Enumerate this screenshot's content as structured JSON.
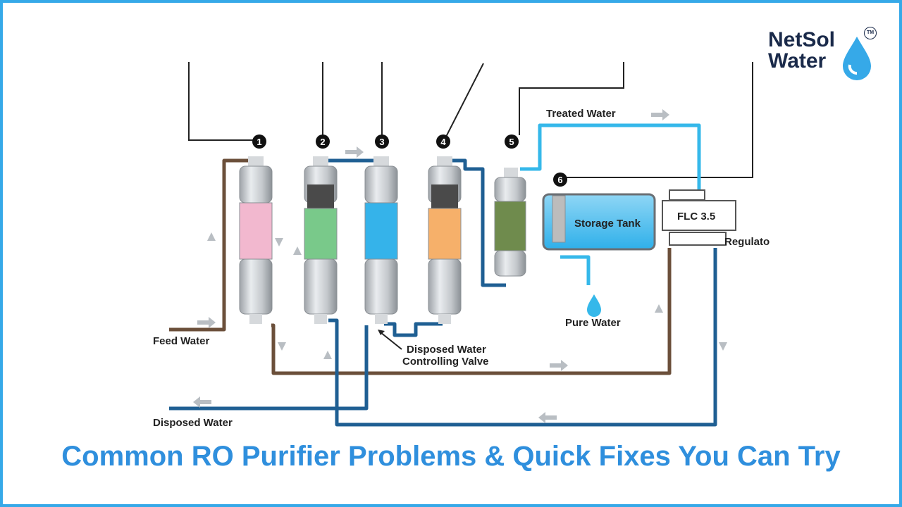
{
  "brand": {
    "line1": "NetSol",
    "line2": "Water",
    "trademark": "TM",
    "accent_color": "#36a9e8"
  },
  "headline": "Common RO Purifier Problems & Quick Fixes You Can Try",
  "diagram": {
    "filters": [
      {
        "number": "1",
        "color": "#f2b8cf"
      },
      {
        "number": "2",
        "color": "#79c98a"
      },
      {
        "number": "3",
        "color": "#35b3ea"
      },
      {
        "number": "4",
        "color": "#f6b06a"
      },
      {
        "number": "5",
        "color": "#6f8b4d"
      },
      {
        "number": "6",
        "color": "#35b3ea"
      }
    ],
    "labels": {
      "treated_water": "Treated Water",
      "storage_tank": "Storage Tank",
      "flc": "FLC 3.5",
      "regulator": "Regulato",
      "pure_water": "Pure Water",
      "feed_water": "Feed Water",
      "disposed_valve_line1": "Disposed Water",
      "disposed_valve_line2": "Controlling Valve",
      "disposed_water": "Disposed Water"
    },
    "colors": {
      "feed_pipe": "#6b4f3a",
      "waste_pipe": "#1f5f93",
      "treated_pipe": "#35b8ea",
      "drain_pipe": "#3e7a5e"
    }
  }
}
